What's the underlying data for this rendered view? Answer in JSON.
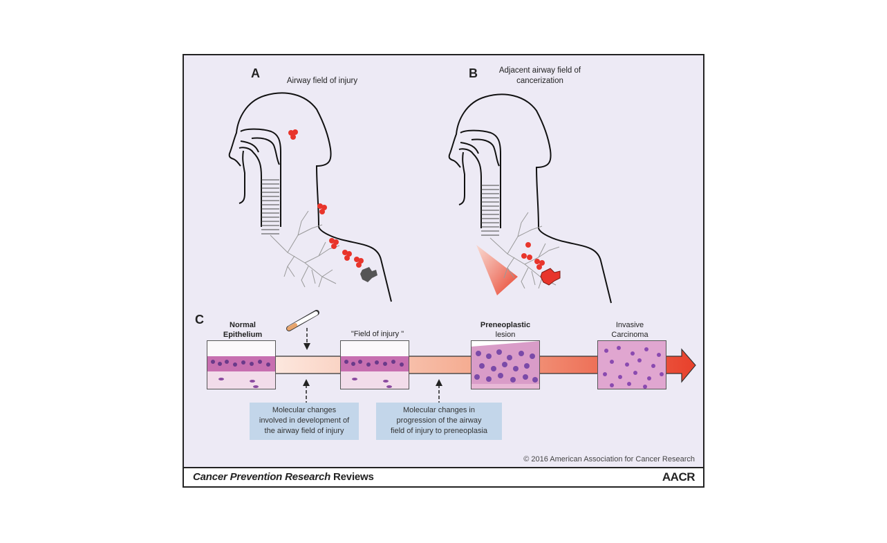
{
  "figure": {
    "panel_a": {
      "letter": "A",
      "title": "Airway field of injury"
    },
    "panel_b": {
      "letter": "B",
      "title_line1": "Adjacent airway field of",
      "title_line2": "cancerization"
    },
    "panel_c": {
      "letter": "C",
      "stages": [
        {
          "label_line1": "Normal",
          "label_line2": "Epithelium"
        },
        {
          "label_line1": "\"Field of  injury \"",
          "label_line2": ""
        },
        {
          "label_line1": "Preneoplastic",
          "label_line2": "lesion"
        },
        {
          "label_line1": "Invasive",
          "label_line2": "Carcinoma"
        }
      ],
      "notes": [
        {
          "line1": "Molecular changes",
          "line2": "involved in development of",
          "line3": "the airway field of injury"
        },
        {
          "line1": "Molecular changes in",
          "line2": "progression of the airway",
          "line3": "field of injury to preneoplasia"
        }
      ],
      "exposure_icon": "cigarette-icon"
    },
    "colors": {
      "background": "#edeaf5",
      "lesion_red": "#e8352b",
      "note_box": "#c3d6ea",
      "arrow_start": "#fbe3da",
      "arrow_end": "#e8402b"
    },
    "copyright": "© 2016 American Association for Cancer Research"
  },
  "footer": {
    "journal_italic": "Cancer Prevention Research",
    "journal_plain": " Reviews",
    "logo": "AACR"
  }
}
